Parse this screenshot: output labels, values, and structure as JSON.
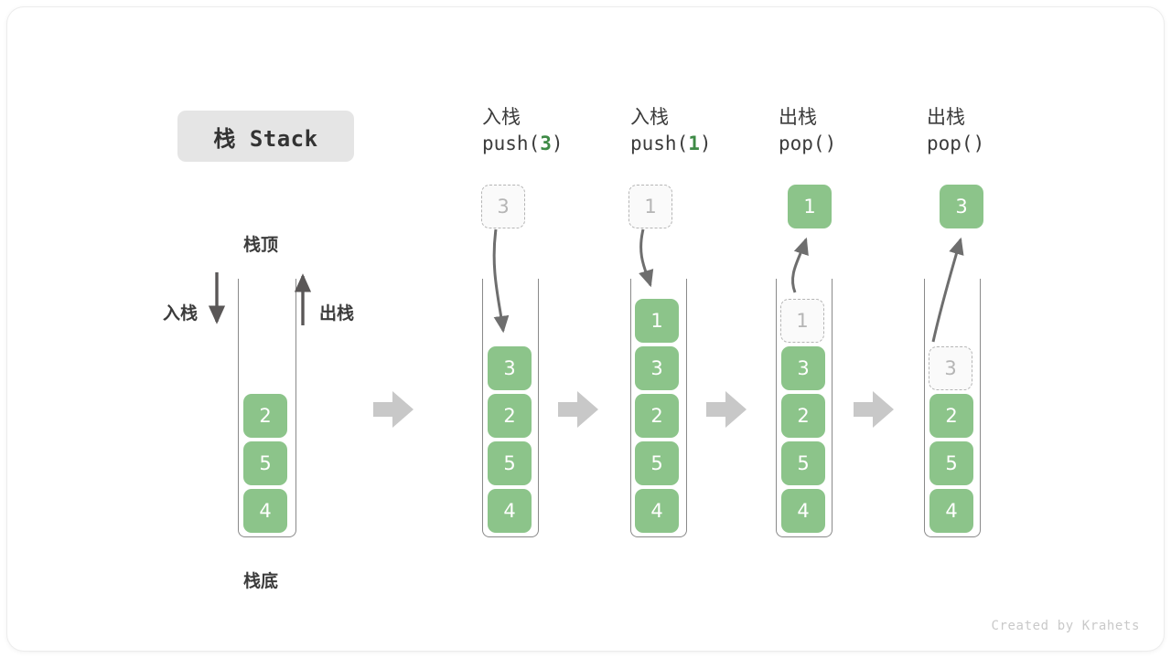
{
  "title": {
    "badge_label": "栈 Stack"
  },
  "legend": {
    "top_label": "栈顶",
    "bottom_label": "栈底",
    "push_label": "入栈",
    "pop_label": "出栈"
  },
  "colors": {
    "element_fill": "#8cc48a",
    "element_text": "#ffffff",
    "ghost_border": "#b5b5b5",
    "ghost_fill": "#fafafa",
    "ghost_text": "#b5b5b5",
    "accent_code_value": "#3e8a46",
    "tube_stroke": "#8a8a8a",
    "flow_arrow": "#c8c8c8",
    "motion_arrow": "#6e6e6e",
    "badge_bg": "#e5e5e5",
    "text_dark": "#3b3b3b"
  },
  "initial_stack": {
    "name": "initial",
    "elements": [
      "2",
      "5",
      "4"
    ]
  },
  "steps": [
    {
      "id": "push-3",
      "zh_label": "入栈",
      "code_prefix": "push(",
      "code_value": "3",
      "code_suffix": ")",
      "operation": "push",
      "moving_value": "3",
      "moving_state": "ghost-above",
      "elements": [
        "3",
        "2",
        "5",
        "4"
      ]
    },
    {
      "id": "push-1",
      "zh_label": "入栈",
      "code_prefix": "push(",
      "code_value": "1",
      "code_suffix": ")",
      "operation": "push",
      "moving_value": "1",
      "moving_state": "ghost-above",
      "elements": [
        "1",
        "3",
        "2",
        "5",
        "4"
      ]
    },
    {
      "id": "pop-1",
      "zh_label": "出栈",
      "code_prefix": "pop(",
      "code_value": "",
      "code_suffix": ")",
      "operation": "pop",
      "moving_value": "1",
      "moving_state": "popped-above",
      "ghost_slot_value": "1",
      "elements": [
        "3",
        "2",
        "5",
        "4"
      ]
    },
    {
      "id": "pop-3",
      "zh_label": "出栈",
      "code_prefix": "pop(",
      "code_value": "",
      "code_suffix": ")",
      "operation": "pop",
      "moving_value": "3",
      "moving_state": "popped-above",
      "ghost_slot_value": "3",
      "elements": [
        "2",
        "5",
        "4"
      ]
    }
  ],
  "footer": {
    "credit": "Created by Krahets"
  }
}
